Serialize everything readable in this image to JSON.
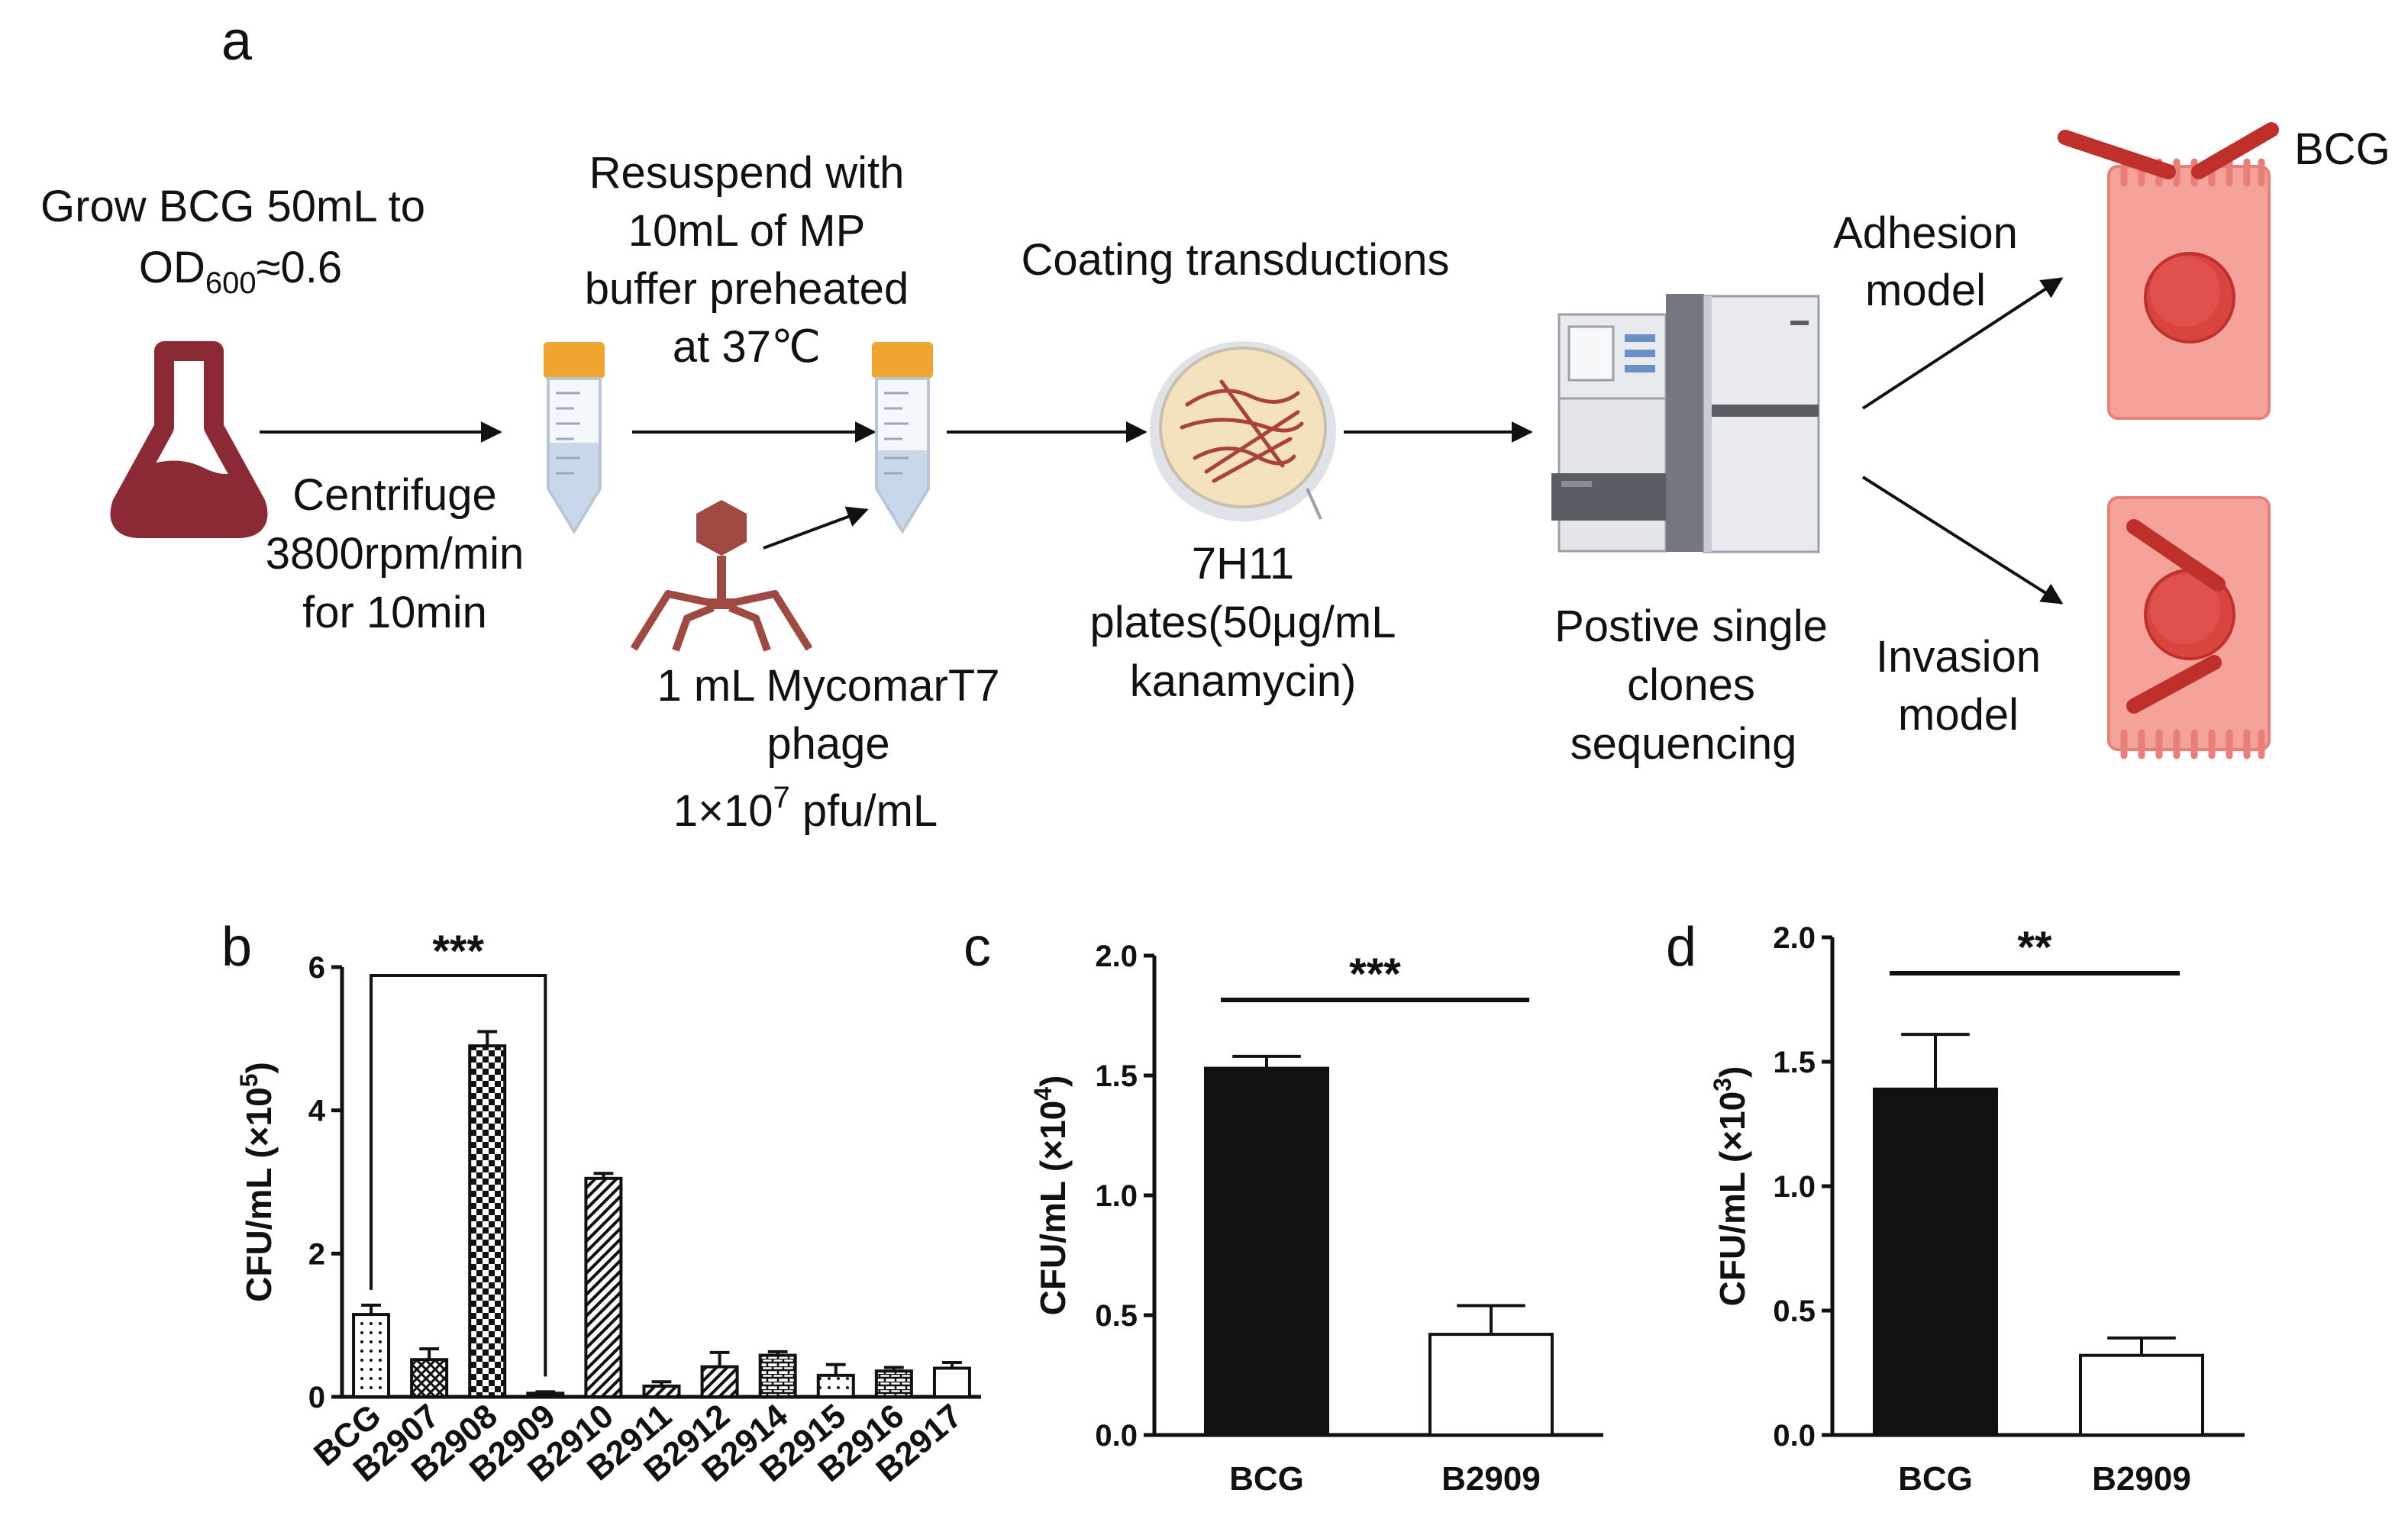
{
  "panel_a": {
    "letter": "a",
    "grow_line1": "Grow BCG 50mL to",
    "grow_od": "OD",
    "grow_sub": "600",
    "grow_val": "≈0.6",
    "centrifuge": [
      "Centrifuge",
      "3800rpm/min",
      "for 10min"
    ],
    "resuspend": [
      "Resuspend with",
      "10mL of MP",
      "buffer preheated",
      "at 37℃"
    ],
    "phage": [
      "1 mL MycomarT7",
      "phage"
    ],
    "titer_base": "1×10",
    "titer_exp": "7",
    "titer_unit": " pfu/mL",
    "coating": "Coating transductions",
    "plates": [
      "7H11",
      "plates(50μg/mL",
      "kanamycin)"
    ],
    "sequencing": [
      "Postive single",
      "clones",
      "sequencing"
    ],
    "adhesion": [
      "Adhesion",
      "model"
    ],
    "invasion": [
      "Invasion",
      "model"
    ],
    "bcg": "BCG",
    "colors": {
      "flask": "#8b2a35",
      "phage": "#9e4a43",
      "cap": "#f1a531",
      "cell": "#f4a29a",
      "cell_border": "#e87f78",
      "nucleus": "#d9443e",
      "bacteria": "#c0302b",
      "plate": "#f3e2bd"
    }
  },
  "chart_data": [
    {
      "panel": "b",
      "type": "bar",
      "categories": [
        "BCG",
        "B2907",
        "B2908",
        "B2909",
        "B2910",
        "B2911",
        "B2912",
        "B2914",
        "B2915",
        "B2916",
        "B2917"
      ],
      "values": [
        1.15,
        0.52,
        4.9,
        0.05,
        3.05,
        0.15,
        0.42,
        0.58,
        0.3,
        0.36,
        0.4
      ],
      "errors": [
        0.13,
        0.15,
        0.2,
        0.02,
        0.07,
        0.06,
        0.2,
        0.05,
        0.15,
        0.05,
        0.08
      ],
      "patterns": [
        "dots",
        "crosshatch",
        "checker",
        "solid-black",
        "diagonal",
        "diagonal",
        "diagonal",
        "bricks",
        "dots",
        "bricks",
        "empty"
      ],
      "ylabel": "CFU/mL (×10",
      "ylabel_exp": "5",
      "ylabel_end": ")",
      "yticks": [
        "0",
        "2",
        "4",
        "6"
      ],
      "ylim": [
        0,
        6
      ],
      "significance": "***",
      "sig_between": [
        "BCG",
        "B2909"
      ]
    },
    {
      "panel": "c",
      "type": "bar",
      "categories": [
        "BCG",
        "B2909"
      ],
      "values": [
        1.53,
        0.42
      ],
      "errors": [
        0.05,
        0.12
      ],
      "fills": [
        "#111111",
        "#ffffff"
      ],
      "ylabel": "CFU/mL (×10",
      "ylabel_exp": "4",
      "ylabel_end": ")",
      "yticks": [
        "0.0",
        "0.5",
        "1.0",
        "1.5",
        "2.0"
      ],
      "ylim": [
        0,
        2.0
      ],
      "significance": "***"
    },
    {
      "panel": "d",
      "type": "bar",
      "categories": [
        "BCG",
        "B2909"
      ],
      "values": [
        1.39,
        0.32
      ],
      "errors": [
        0.22,
        0.07
      ],
      "fills": [
        "#111111",
        "#ffffff"
      ],
      "ylabel": "CFU/mL (×10",
      "ylabel_exp": "3",
      "ylabel_end": ")",
      "yticks": [
        "0.0",
        "0.5",
        "1.0",
        "1.5",
        "2.0"
      ],
      "ylim": [
        0,
        2.0
      ],
      "significance": "**"
    }
  ]
}
